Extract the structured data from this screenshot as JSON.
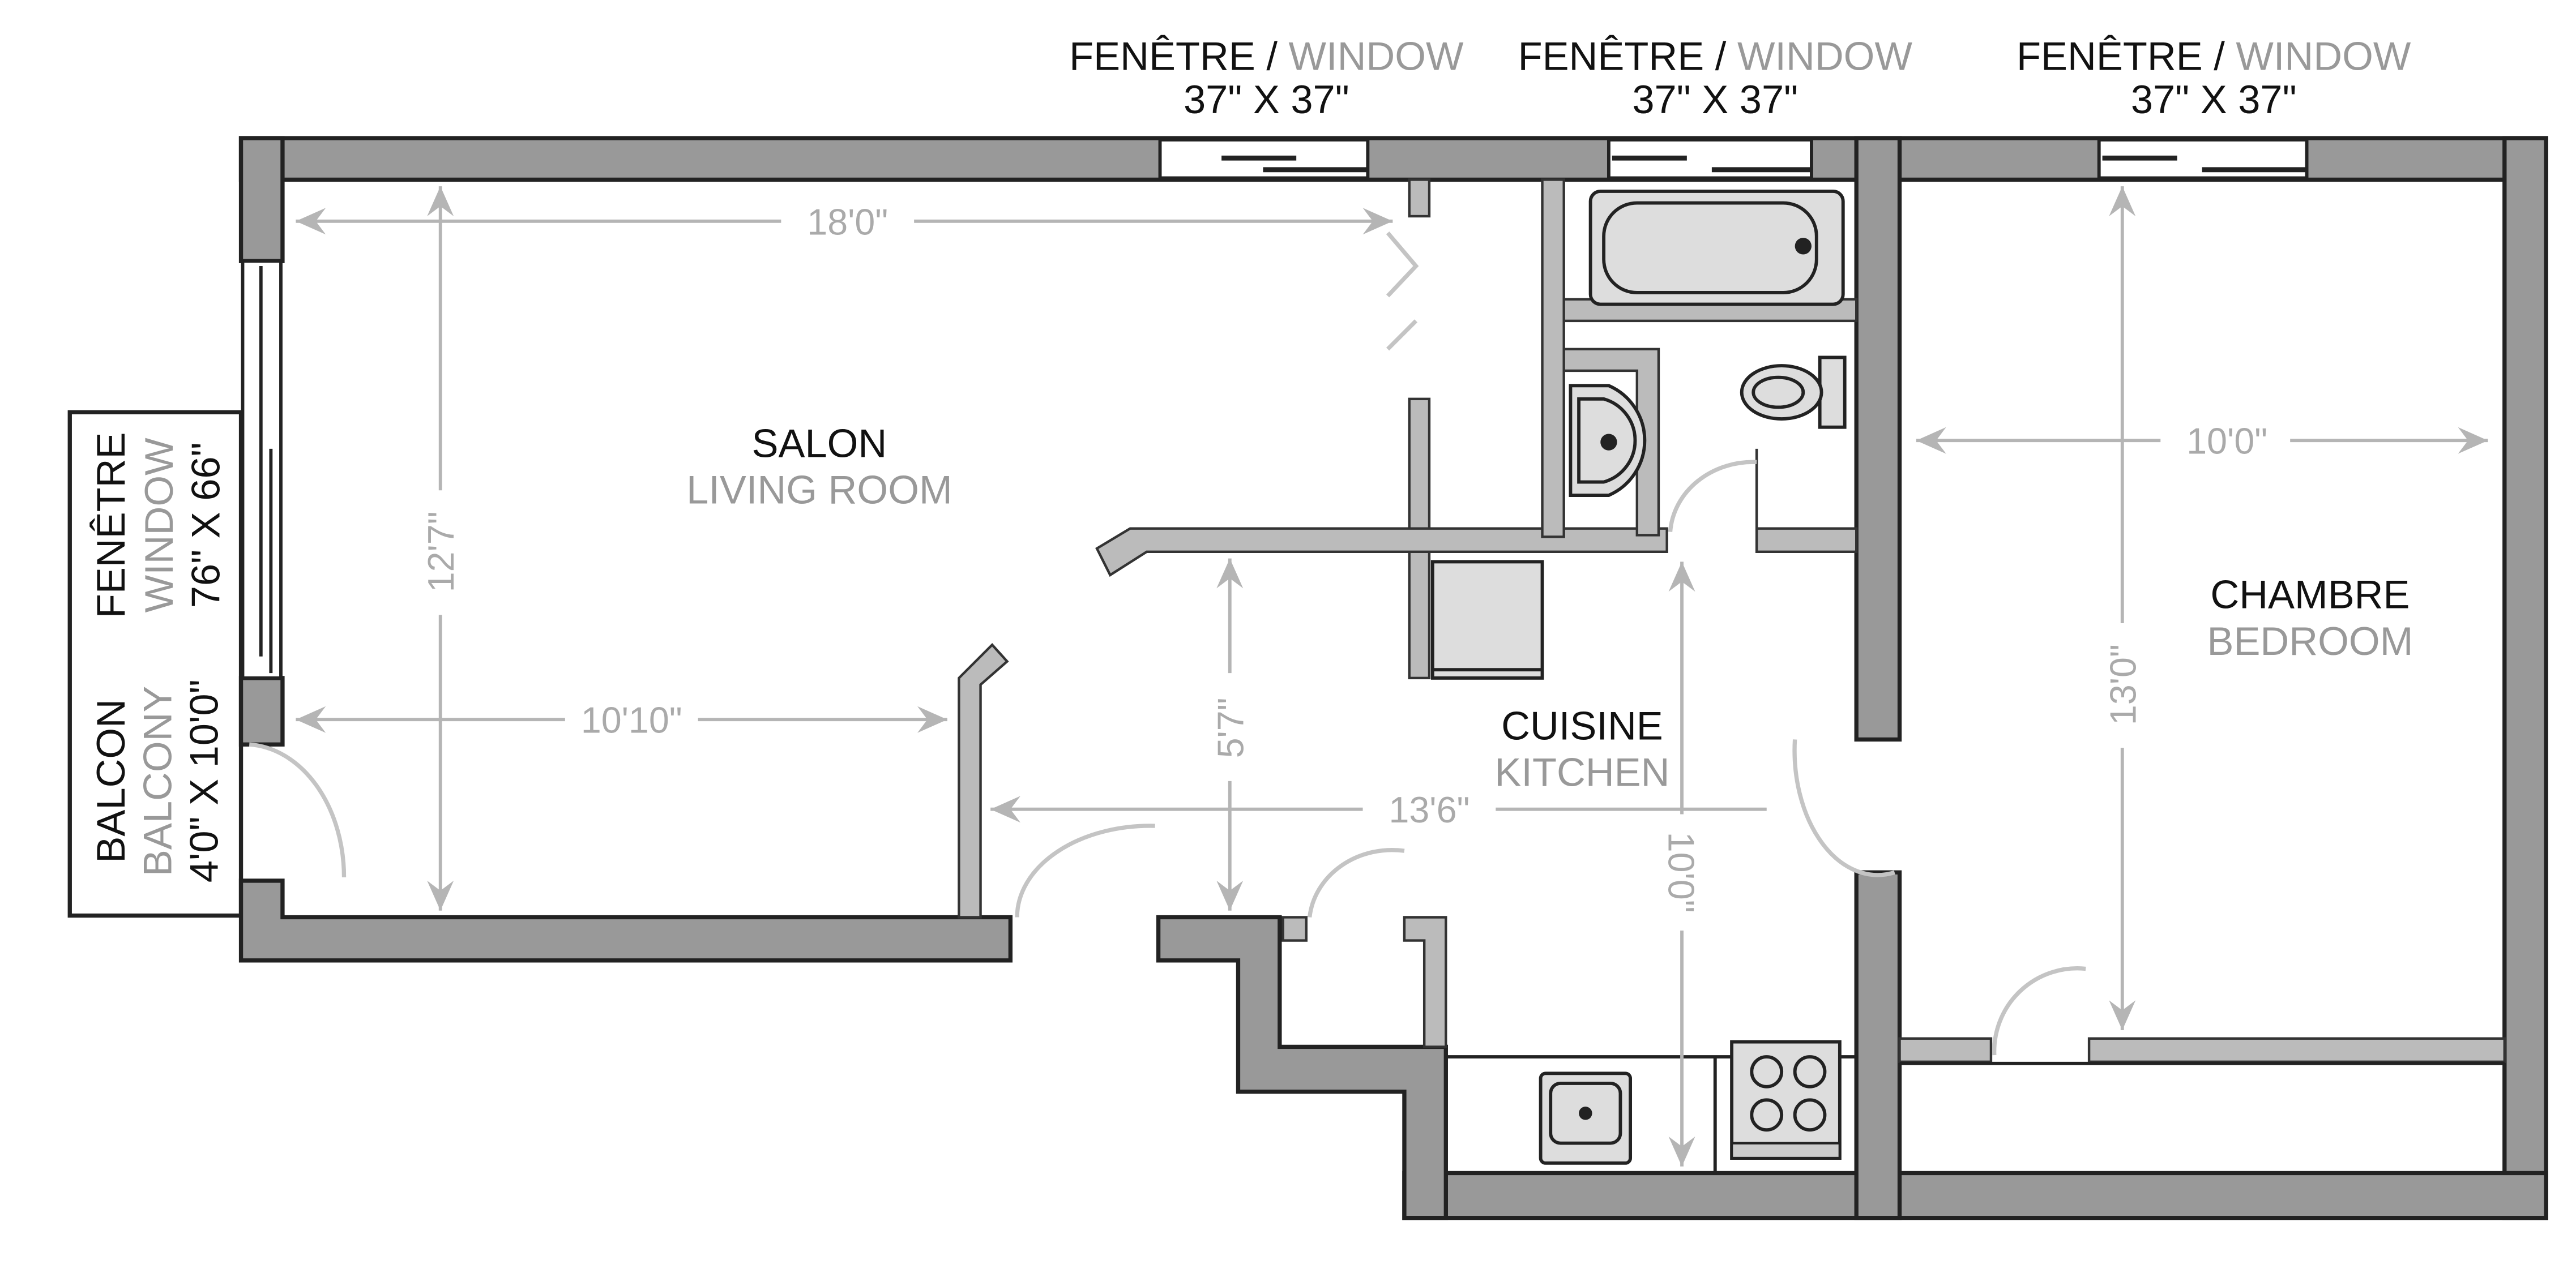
{
  "windows_top": [
    {
      "fr": "FENÊTRE",
      "sep": " / ",
      "en": "WINDOW",
      "size": "37\" X 37\""
    },
    {
      "fr": "FENÊTRE",
      "sep": " / ",
      "en": "WINDOW",
      "size": "37\" X 37\""
    },
    {
      "fr": "FENÊTRE",
      "sep": " / ",
      "en": "WINDOW",
      "size": "37\" X 37\""
    }
  ],
  "window_left": {
    "fr": "FENÊTRE",
    "en": "WINDOW",
    "size": "76\" X 66\""
  },
  "balcony": {
    "fr": "BALCON",
    "en": "BALCONY",
    "size": "4'0\" X 10'0\""
  },
  "rooms": {
    "living": {
      "fr": "SALON",
      "en": "LIVING ROOM"
    },
    "kitchen": {
      "fr": "CUISINE",
      "en": "KITCHEN"
    },
    "bedroom": {
      "fr": "CHAMBRE",
      "en": "BEDROOM"
    }
  },
  "dimensions": {
    "living_width": "18'0\"",
    "living_depth": "12'7\"",
    "living_lower_width": "10'10\"",
    "hall_depth": "5'7\"",
    "hall_width": "13'6\"",
    "kitchen_depth": "10'0\"",
    "bedroom_width": "10'0\"",
    "bedroom_depth": "13'0\""
  }
}
